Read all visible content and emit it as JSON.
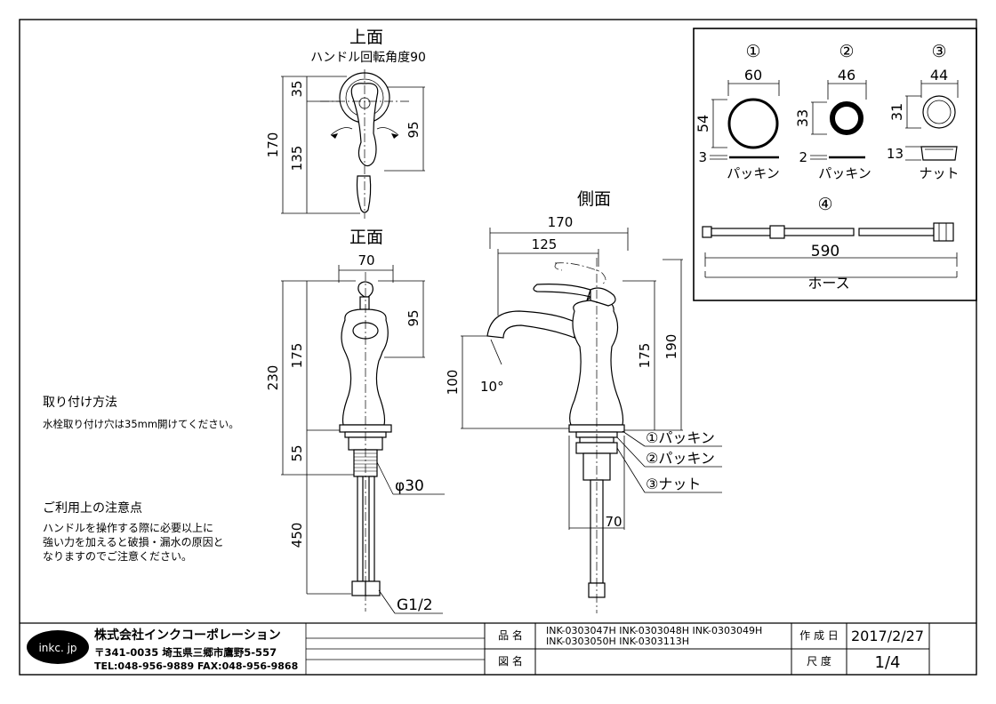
{
  "views": {
    "top": {
      "title": "上面",
      "subtitle": "ハンドル回転角度90",
      "dims": {
        "a": "35",
        "b": "135",
        "total": "170",
        "right": "95"
      }
    },
    "front": {
      "title": "正面",
      "dims": {
        "width": "70",
        "right": "95",
        "upper": "175",
        "total": "230",
        "base": "55",
        "hose": "450",
        "dia": "φ30",
        "thread": "G1/2"
      }
    },
    "side": {
      "title": "側面",
      "dims": {
        "total_w": "170",
        "reach": "125",
        "h_right": "175",
        "h_total": "190",
        "height": "100",
        "angle": "10°",
        "bottom": "70"
      },
      "callouts": [
        "①パッキン",
        "②パッキン",
        "③ナット"
      ]
    }
  },
  "parts": {
    "p1": {
      "num": "①",
      "dia": "60",
      "height": "54",
      "thick": "3",
      "name": "パッキン"
    },
    "p2": {
      "num": "②",
      "dia": "46",
      "height": "33",
      "thick": "2",
      "name": "パッキン"
    },
    "p3": {
      "num": "③",
      "dia": "44",
      "height": "31",
      "thick": "13",
      "name": "ナット"
    },
    "p4": {
      "num": "④",
      "length": "590",
      "name": "ホース"
    }
  },
  "notes": {
    "install_title": "取り付け方法",
    "install_text": "水栓取り付け穴は35mm開けてください。",
    "caution_title": "ご利用上の注意点",
    "caution_lines": [
      "ハンドルを操作する際に必要以上に",
      "強い力を加えると破損・漏水の原因と",
      "なりますのでご注意ください。"
    ]
  },
  "titleblock": {
    "logo": "inkc. jp",
    "company": "株式会社インクコーポレーション",
    "address": "〒341-0035 埼玉県三郷市鷹野5-557",
    "tel": "TEL:048-956-9889  FAX:048-956-9868",
    "hinmei_label": "品 名",
    "zumei_label": "図 名",
    "models_line1": "INK-0303047H   INK-0303048H   INK-0303049H",
    "models_line2": "INK-0303050H   INK-0303113H",
    "date_label": "作 成 日",
    "date": "2017/2/27",
    "scale_label": "尺 度",
    "scale": "1/4"
  }
}
